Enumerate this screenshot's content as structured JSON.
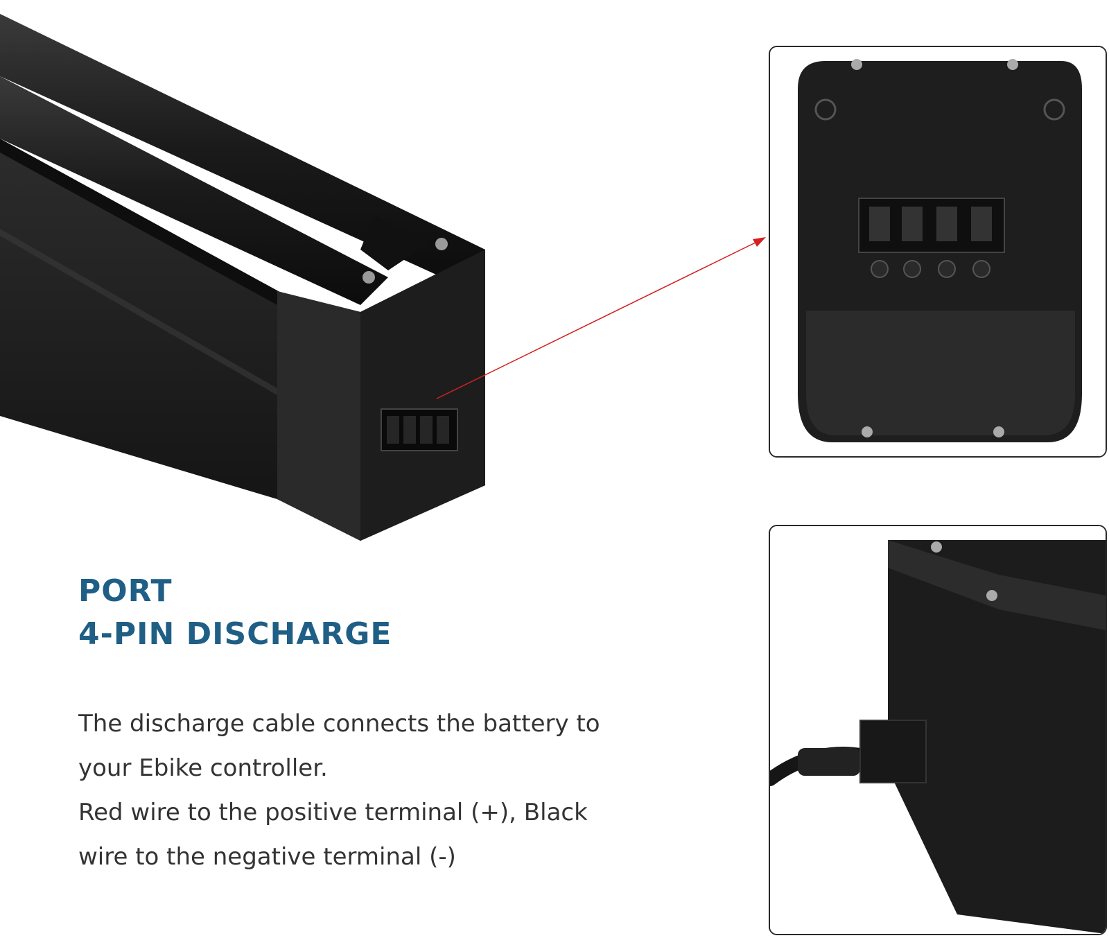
{
  "heading": {
    "line1": "PORT",
    "line2": "4-PIN DISCHARGE"
  },
  "description": {
    "line1": "The discharge cable connects the battery to",
    "line2": "your Ebike controller.",
    "line3": "Red wire to the positive terminal (+), Black",
    "line4": "wire to the negative terminal (-)"
  },
  "colors": {
    "heading": "#1f5f86",
    "body_text": "#333333",
    "battery": "#1b1b1b",
    "callout_arrow": "#d42020",
    "inset_border": "#2a2a2a"
  },
  "images": {
    "main": "ebike-battery-end-view",
    "inset_top": "four-pin-port-closeup",
    "inset_bottom": "discharge-cable-plugged-in"
  }
}
